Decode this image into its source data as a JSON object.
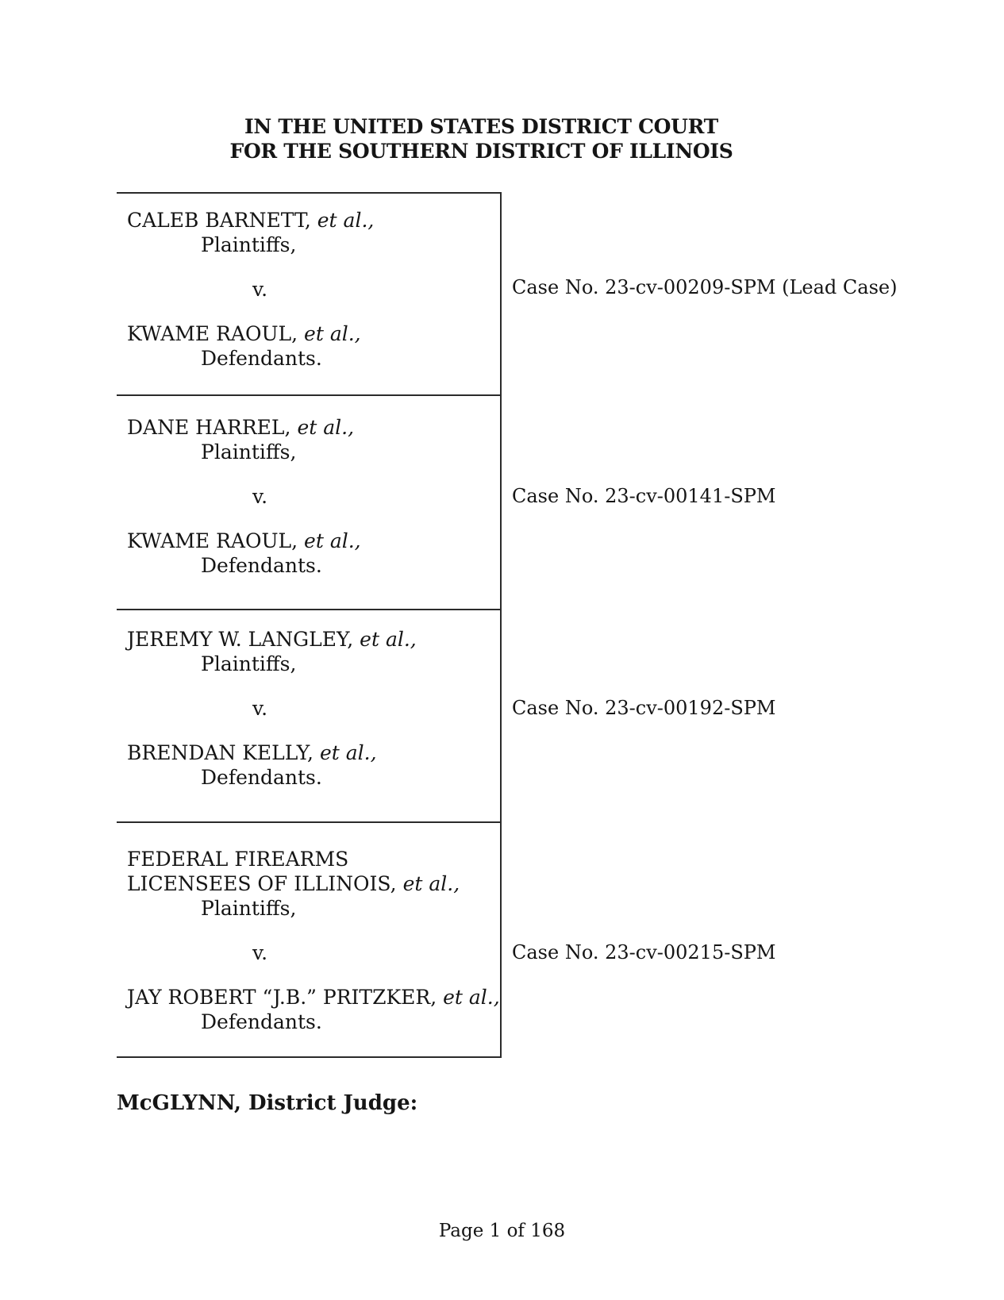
{
  "header": {
    "line1": "IN THE UNITED STATES DISTRICT COURT",
    "line2": "FOR THE SOUTHERN DISTRICT OF ILLINOIS"
  },
  "caption": {
    "rows": [
      {
        "plaintiff_name": "CALEB BARNETT,",
        "plaintiff_etal": "et al.,",
        "plaintiffs_label": "Plaintiffs,",
        "versus": "v.",
        "defendant_name": "KWAME RAOUL,",
        "defendant_etal": "et al.,",
        "defendants_label": "Defendants.",
        "case_no": "Case No. 23-cv-00209-SPM (Lead Case)"
      },
      {
        "plaintiff_name": "DANE HARREL,",
        "plaintiff_etal": "et al.,",
        "plaintiffs_label": "Plaintiffs,",
        "versus": "v.",
        "defendant_name": "KWAME RAOUL,",
        "defendant_etal": "et al.,",
        "defendants_label": "Defendants.",
        "case_no": "Case No. 23-cv-00141-SPM"
      },
      {
        "plaintiff_name": "JEREMY W. LANGLEY,",
        "plaintiff_etal": "et al.,",
        "plaintiffs_label": "Plaintiffs,",
        "versus": "v.",
        "defendant_name": "BRENDAN KELLY,",
        "defendant_etal": "et al.,",
        "defendants_label": "Defendants.",
        "case_no": "Case No. 23-cv-00192-SPM"
      },
      {
        "plaintiff_name_line1": "FEDERAL FIREARMS",
        "plaintiff_name": "LICENSEES OF ILLINOIS,",
        "plaintiff_etal": "et al.,",
        "plaintiffs_label": "Plaintiffs,",
        "versus": "v.",
        "defendant_name": "JAY ROBERT “J.B.” PRITZKER,",
        "defendant_etal": "et al.,",
        "defendants_label": "Defendants.",
        "case_no": "Case No. 23-cv-00215-SPM"
      }
    ]
  },
  "judge_line": "McGLYNN, District Judge:",
  "footer": "Page 1 of 168"
}
